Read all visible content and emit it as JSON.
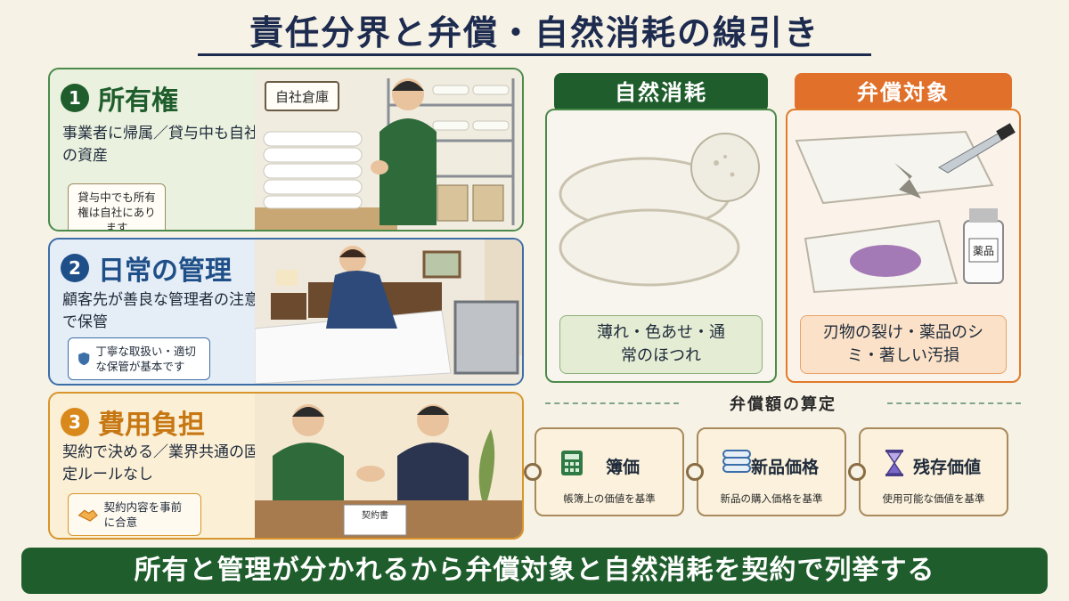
{
  "title": "責任分界と弁償・自然消耗の線引き",
  "panels": [
    {
      "num": "1",
      "title": "所有権",
      "desc": "事業者に帰属／貸与中も自社の資産",
      "sign": "自社倉庫",
      "note": "貸与中でも所有権は自社にあります"
    },
    {
      "num": "2",
      "title": "日常の管理",
      "desc": "顧客先が善良な管理者の注意で保管",
      "note": "丁寧な取扱い・適切な保管が基本です"
    },
    {
      "num": "3",
      "title": "費用負担",
      "desc": "契約で決める／業界共通の固定ルールなし",
      "note": "契約内容を事前に合意",
      "doc": "契約書"
    }
  ],
  "natural": {
    "header": "自然消耗",
    "caption": "薄れ・色あせ・通常のほつれ",
    "color": "#1f5e2c"
  },
  "compensation": {
    "header": "弁償対象",
    "caption": "刃物の裂け・薬品のシミ・著しい汚損",
    "bottle_label": "薬品",
    "color": "#e0702a"
  },
  "calc": {
    "title": "弁償額の算定",
    "tags": [
      {
        "name": "簿価",
        "desc": "帳簿上の価値を基準",
        "icon": "calculator-icon"
      },
      {
        "name": "新品価格",
        "desc": "新品の購入価格を基準",
        "icon": "stack-icon"
      },
      {
        "name": "残存価値",
        "desc": "使用可能な価値を基準",
        "icon": "hourglass-icon"
      }
    ]
  },
  "footer": "所有と管理が分かれるから弁償対象と自然消耗を契約で列挙する"
}
